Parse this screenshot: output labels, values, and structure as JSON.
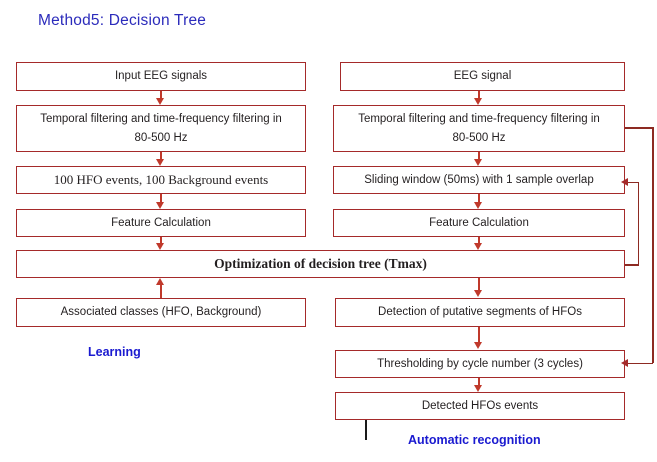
{
  "title": "Method5: Decision Tree",
  "colors": {
    "box_border": "#a52a2a",
    "arrow": "#c0392b",
    "loop": "#8d2a22",
    "title_text": "#2b2bbb",
    "phase_label": "#1a1ad0",
    "box_text": "#231f20",
    "background": "#ffffff"
  },
  "learning_branch": {
    "phase_label": "Learning",
    "boxes": [
      {
        "id": "input-eeg-signals",
        "text": "Input EEG signals"
      },
      {
        "id": "temporal-filtering-left",
        "line1": "Temporal filtering and time-frequency filtering in",
        "line2": "80-500 Hz"
      },
      {
        "id": "hfo-background-events",
        "text": "100 HFO events, 100 Background events"
      },
      {
        "id": "feature-calculation-left",
        "text": "Feature Calculation"
      },
      {
        "id": "associated-classes",
        "text": "Associated classes (HFO, Background)"
      }
    ]
  },
  "shared": {
    "optimization_box": "Optimization  of decision tree (Tmax)"
  },
  "recognition_branch": {
    "phase_label": "Automatic recognition",
    "boxes": [
      {
        "id": "eeg-signal",
        "text": "EEG signal"
      },
      {
        "id": "temporal-filtering-right",
        "line1": "Temporal filtering and time-frequency filtering in",
        "line2": "80-500 Hz"
      },
      {
        "id": "sliding-window",
        "text": "Sliding window (50ms) with 1 sample overlap"
      },
      {
        "id": "feature-calculation-right",
        "text": "Feature Calculation"
      },
      {
        "id": "detection-putative-segments",
        "text": "Detection of putative segments of HFOs"
      },
      {
        "id": "thresholding-cycle-number",
        "text": "Thresholding by cycle number (3 cycles)"
      },
      {
        "id": "detected-hfos-events",
        "text": "Detected HFOs events"
      }
    ]
  }
}
